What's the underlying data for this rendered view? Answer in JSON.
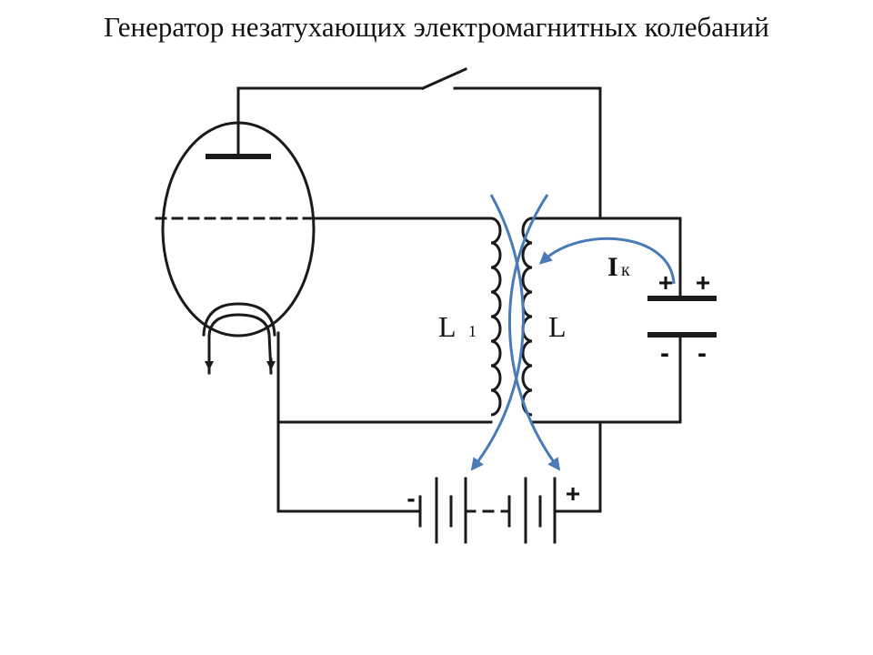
{
  "title": "Генератор незатухающих электромагнитных колебаний",
  "labels": {
    "l1_main": "L",
    "l1_sub": "1",
    "l_main": "L",
    "current_main": "I",
    "current_sub": "к",
    "cap_plus_left": "+",
    "cap_plus_right": "+",
    "cap_minus_left": "-",
    "cap_minus_right": "-",
    "battery_minus": "-",
    "battery_plus": "+"
  },
  "colors": {
    "wire": "#1a1a1a",
    "flux_lines": "#4a7bb7"
  }
}
